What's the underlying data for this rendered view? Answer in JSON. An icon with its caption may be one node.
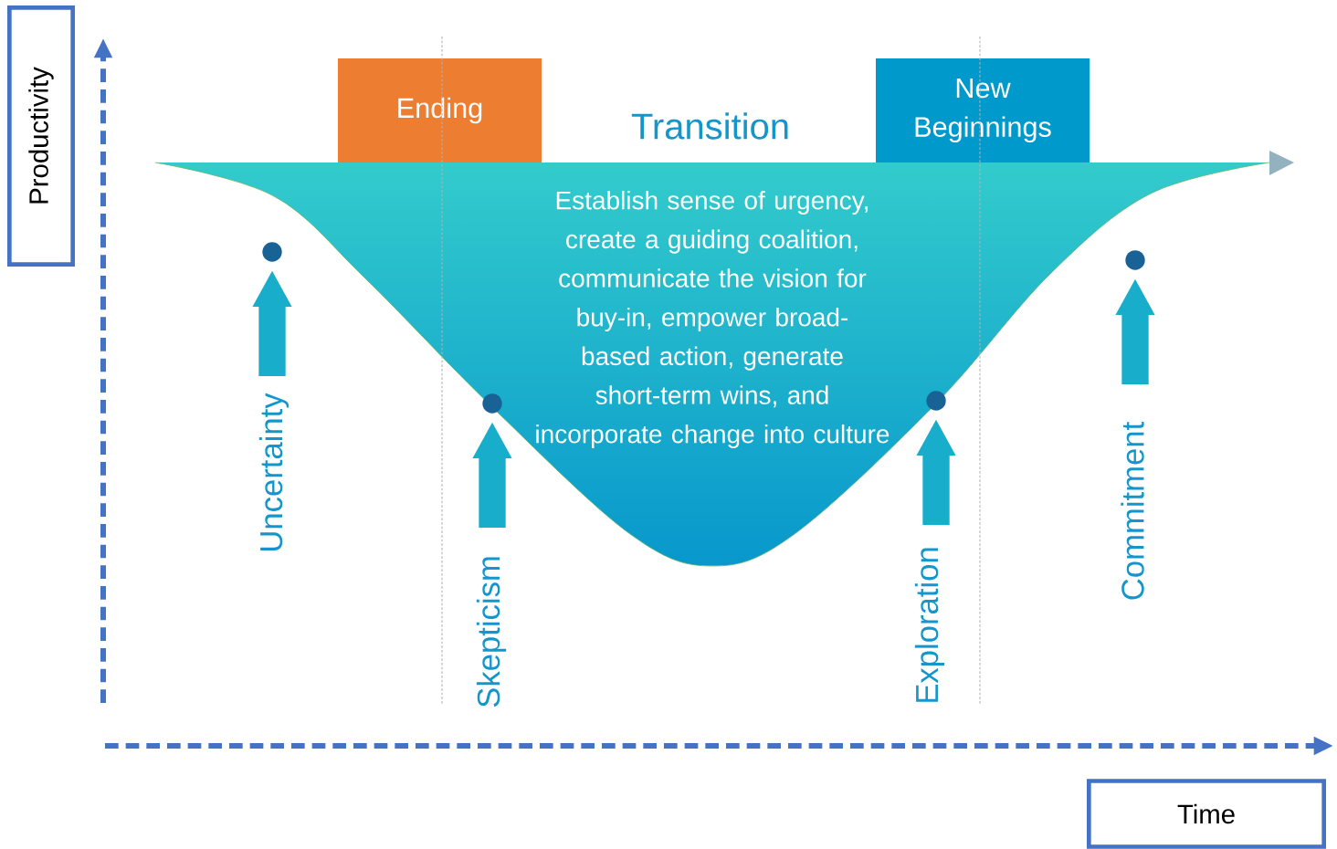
{
  "diagram": {
    "nodes": [
      {
        "text": [
          "Productivity"
        ]
      },
      {
        "text": [
          "Ending"
        ]
      },
      {
        "text": [
          "Transition"
        ]
      },
      {
        "text": [
          "New Beginnings"
        ]
      },
      {
        "text": [
          "Establish sense of urgency, create a guiding coalition, communicate the vision for buy-in, empower broad-based action, generate short-term wins, and incorporate change into culture"
        ]
      },
      {
        "text": [],
        "shape": "circle"
      },
      {
        "text": [],
        "shape": "circle"
      },
      {
        "text": [],
        "shape": "circle"
      },
      {
        "text": [],
        "shape": "circle"
      },
      {
        "text": [
          "Time"
        ]
      }
    ],
    "edges": [
      {
        "from": null,
        "to": 5,
        "arrow": "to",
        "label": "Uncertainty"
      },
      {
        "from": null,
        "to": 6,
        "arrow": "to",
        "label": "Skepticism"
      },
      {
        "from": null,
        "to": 7,
        "arrow": "to",
        "label": "Exploration"
      },
      {
        "from": null,
        "to": 8,
        "arrow": "to",
        "label": "Commitment"
      }
    ]
  }
}
